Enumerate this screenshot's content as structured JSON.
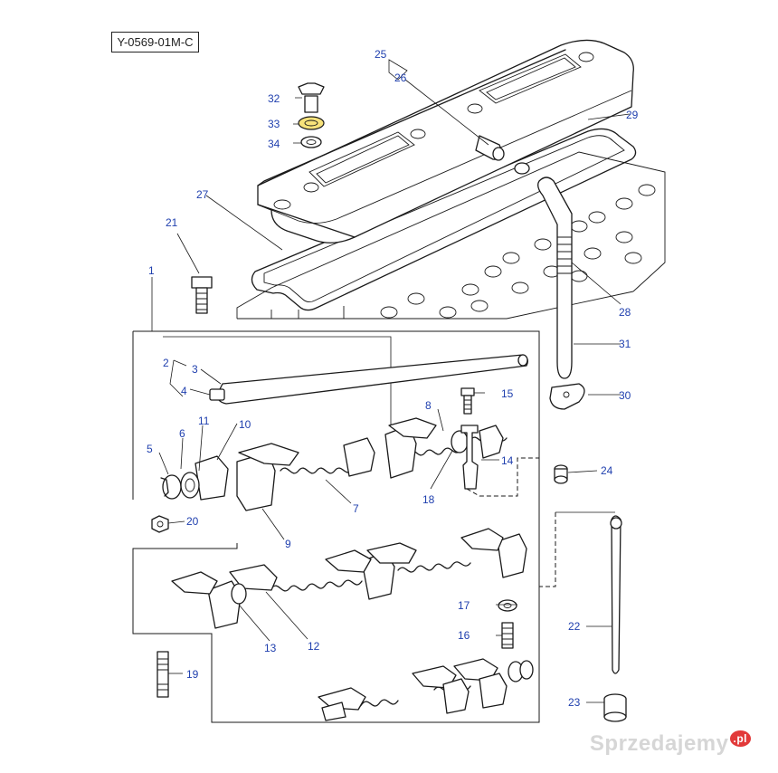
{
  "reference_code": "Y-0569-01M-C",
  "callouts": {
    "c1": "1",
    "c2": "2",
    "c3": "3",
    "c4": "4",
    "c5": "5",
    "c6": "6",
    "c7": "7",
    "c8": "8",
    "c9": "9",
    "c10": "10",
    "c11": "11",
    "c12": "12",
    "c13": "13",
    "c14": "14",
    "c15": "15",
    "c16": "16",
    "c17": "17",
    "c18": "18",
    "c19": "19",
    "c20": "20",
    "c21": "21",
    "c22": "22",
    "c23": "23",
    "c24": "24",
    "c25": "25",
    "c26": "26",
    "c27": "27",
    "c28": "28",
    "c29": "29",
    "c30": "30",
    "c31": "31",
    "c32": "32",
    "c33": "33",
    "c34": "34"
  },
  "watermark": {
    "brand": "Sprzedajemy",
    "tld": ".pl"
  },
  "colors": {
    "callout_text": "#1f3fae",
    "highlight_part": "#f7e27a",
    "line": "#1a1a1a"
  }
}
